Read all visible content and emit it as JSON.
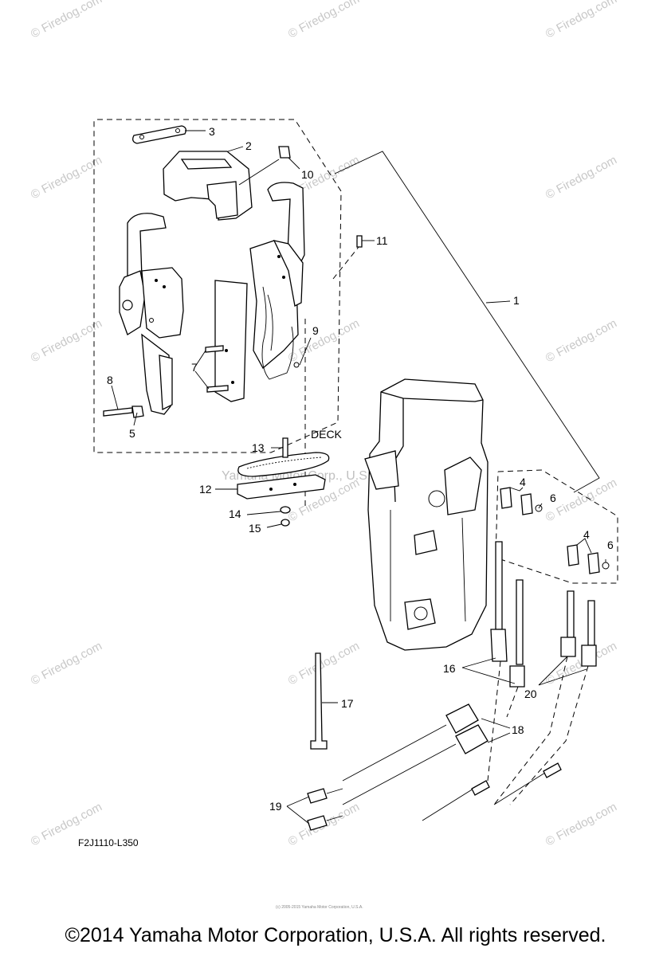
{
  "watermark": "© Firedog.com",
  "center_watermark": "Yamaha Motor Corp., U.S.A.",
  "deck_label": "DECK",
  "diagram_code": "F2J1110-L350",
  "footer_small": "(c) 2005-2015 Yamaha Motor Corporation, U.S.A.",
  "copyright": "©2014 Yamaha Motor Corporation, U.S.A. All rights reserved.",
  "callouts": {
    "c1": "1",
    "c2": "2",
    "c3": "3",
    "c4a": "4",
    "c4b": "4",
    "c5": "5",
    "c6a": "6",
    "c6b": "6",
    "c7": "7",
    "c8": "8",
    "c9": "9",
    "c10": "10",
    "c11": "11",
    "c12": "12",
    "c13": "13",
    "c14": "14",
    "c15": "15",
    "c16": "16",
    "c17": "17",
    "c18": "18",
    "c19": "19",
    "c20": "20"
  }
}
